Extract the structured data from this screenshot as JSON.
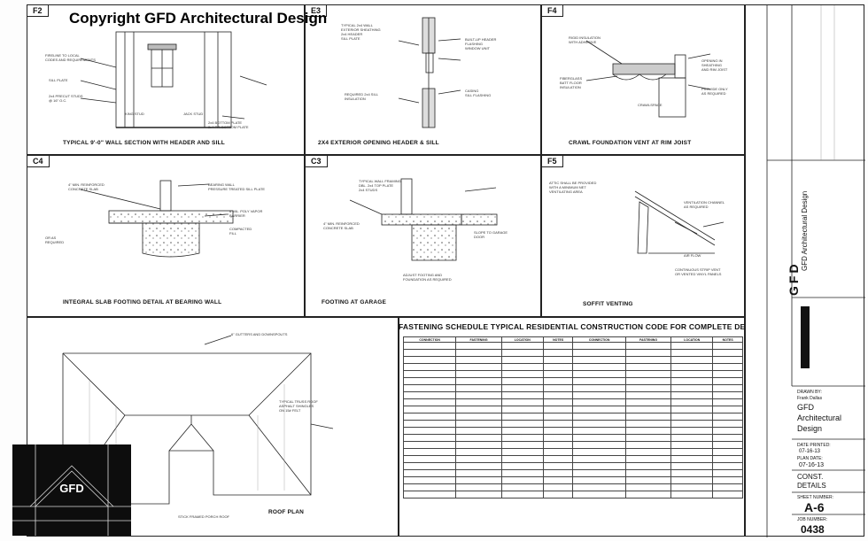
{
  "watermark": "Copyright GFD Architectural Design",
  "panels": [
    {
      "id": "F2",
      "caption": "Typical 9'-0\" wall section with header and sill"
    },
    {
      "id": "E3",
      "caption": "2x4 exterior opening header & sill"
    },
    {
      "id": "F4",
      "caption": "Crawl foundation vent at rim joist"
    },
    {
      "id": "C4",
      "caption": "Integral slab footing detail at bearing wall"
    },
    {
      "id": "C3",
      "caption": "Footing at garage"
    },
    {
      "id": "F5",
      "caption": "Soffit venting"
    }
  ],
  "roof_plan": {
    "caption": "Roof Plan"
  },
  "schedule": {
    "title": "FASTENING SCHEDULE TYPICAL RESIDENTIAL CONSTRUCTION CODE FOR COMPLETE DETAILS",
    "columns": [
      "CONNECTION",
      "FASTENING",
      "LOCATION",
      "NOTES",
      "CONNECTION",
      "FASTENING",
      "LOCATION",
      "NOTES"
    ]
  },
  "title_block": {
    "firm_name": "GFD Architectural Design",
    "monogram": [
      "G",
      "F",
      "D"
    ],
    "drawn_by_label": "DRAWN BY:",
    "drawn_by_value": "Frank Dallas",
    "firm_label": "GFD",
    "firm_line2": "Architectural",
    "firm_line3": "Design",
    "date_printed_label": "DATE PRINTED:",
    "date_printed_value": "07-16-13",
    "plan_date_label": "PLAN DATE:",
    "plan_date_value": "07-16-13",
    "sheet_title_line1": "CONST.",
    "sheet_title_line2": "DETAILS",
    "sheet_number_label": "SHEET NUMBER:",
    "sheet_number_value": "A-6",
    "job_number_label": "JOB NUMBER:",
    "job_number_value": "0438"
  },
  "logo": {
    "text": "GFD"
  }
}
